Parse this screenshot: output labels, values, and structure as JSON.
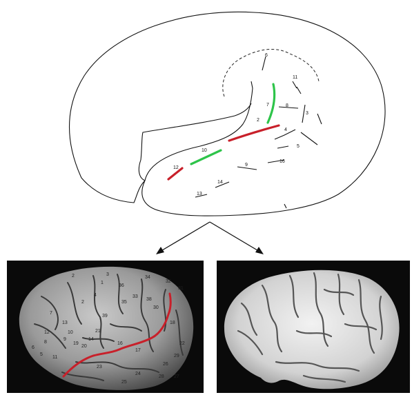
{
  "sketch": {
    "sulcus_labels": [
      "6",
      "11",
      "7",
      "8",
      "3",
      "2",
      "4",
      "10",
      "5",
      "16",
      "9",
      "12",
      "14",
      "13"
    ],
    "colors": {
      "outline": "#111111",
      "red": "#c8202a",
      "green": "#2ec44a",
      "dashed": "#222222"
    }
  },
  "photo_left": {
    "labels": [
      "2",
      "36",
      "3",
      "1",
      "2",
      "33",
      "38",
      "35",
      "34",
      "31",
      "32",
      "4",
      "7",
      "39",
      "10",
      "13",
      "18",
      "30",
      "12",
      "9",
      "19",
      "14",
      "21",
      "16",
      "17",
      "22",
      "20",
      "8",
      "6",
      "5",
      "11",
      "23",
      "24",
      "26",
      "28",
      "25",
      "27",
      "29"
    ]
  },
  "photo_right": {}
}
